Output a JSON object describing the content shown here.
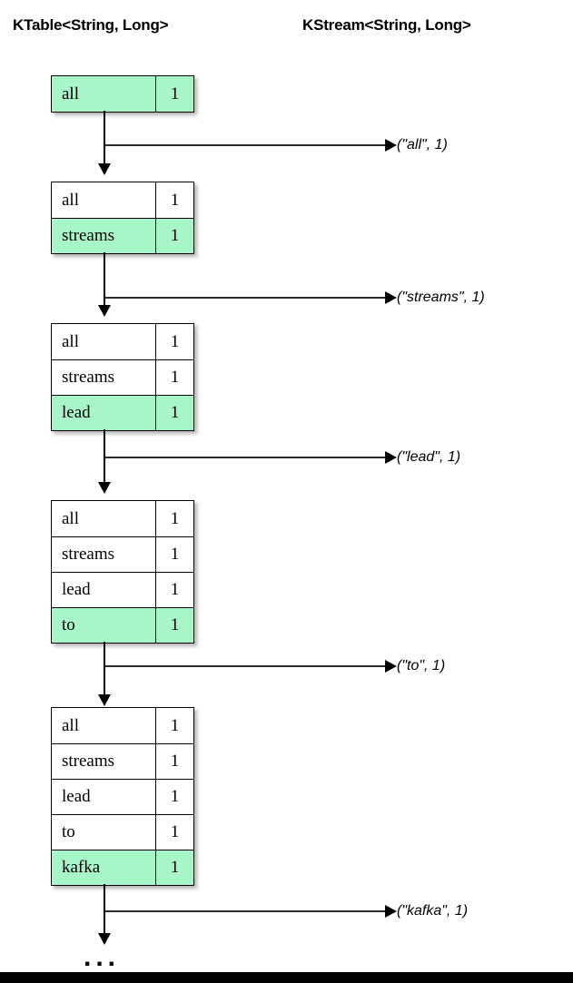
{
  "headers": {
    "ktable": "KTable<String, Long>",
    "kstream": "KStream<String, Long>"
  },
  "colors": {
    "highlight_row": "#a9f5ca",
    "border": "#000000",
    "background": "#ffffff",
    "bottom_bar": "#000000"
  },
  "diagram": {
    "type": "kafka-streams-ktable-kstream-flow",
    "steps": [
      {
        "index": 1,
        "table_rows": [
          {
            "key": "all",
            "value": "1",
            "new": true
          }
        ],
        "emitted": "(\"all\", 1)"
      },
      {
        "index": 2,
        "table_rows": [
          {
            "key": "all",
            "value": "1",
            "new": false
          },
          {
            "key": "streams",
            "value": "1",
            "new": true
          }
        ],
        "emitted": "(\"streams\", 1)"
      },
      {
        "index": 3,
        "table_rows": [
          {
            "key": "all",
            "value": "1",
            "new": false
          },
          {
            "key": "streams",
            "value": "1",
            "new": false
          },
          {
            "key": "lead",
            "value": "1",
            "new": true
          }
        ],
        "emitted": "(\"lead\", 1)"
      },
      {
        "index": 4,
        "table_rows": [
          {
            "key": "all",
            "value": "1",
            "new": false
          },
          {
            "key": "streams",
            "value": "1",
            "new": false
          },
          {
            "key": "lead",
            "value": "1",
            "new": false
          },
          {
            "key": "to",
            "value": "1",
            "new": true
          }
        ],
        "emitted": "(\"to\", 1)"
      },
      {
        "index": 5,
        "table_rows": [
          {
            "key": "all",
            "value": "1",
            "new": false
          },
          {
            "key": "streams",
            "value": "1",
            "new": false
          },
          {
            "key": "lead",
            "value": "1",
            "new": false
          },
          {
            "key": "to",
            "value": "1",
            "new": false
          },
          {
            "key": "kafka",
            "value": "1",
            "new": true
          }
        ],
        "emitted": "(\"kafka\", 1)"
      }
    ],
    "continuation": "..."
  }
}
